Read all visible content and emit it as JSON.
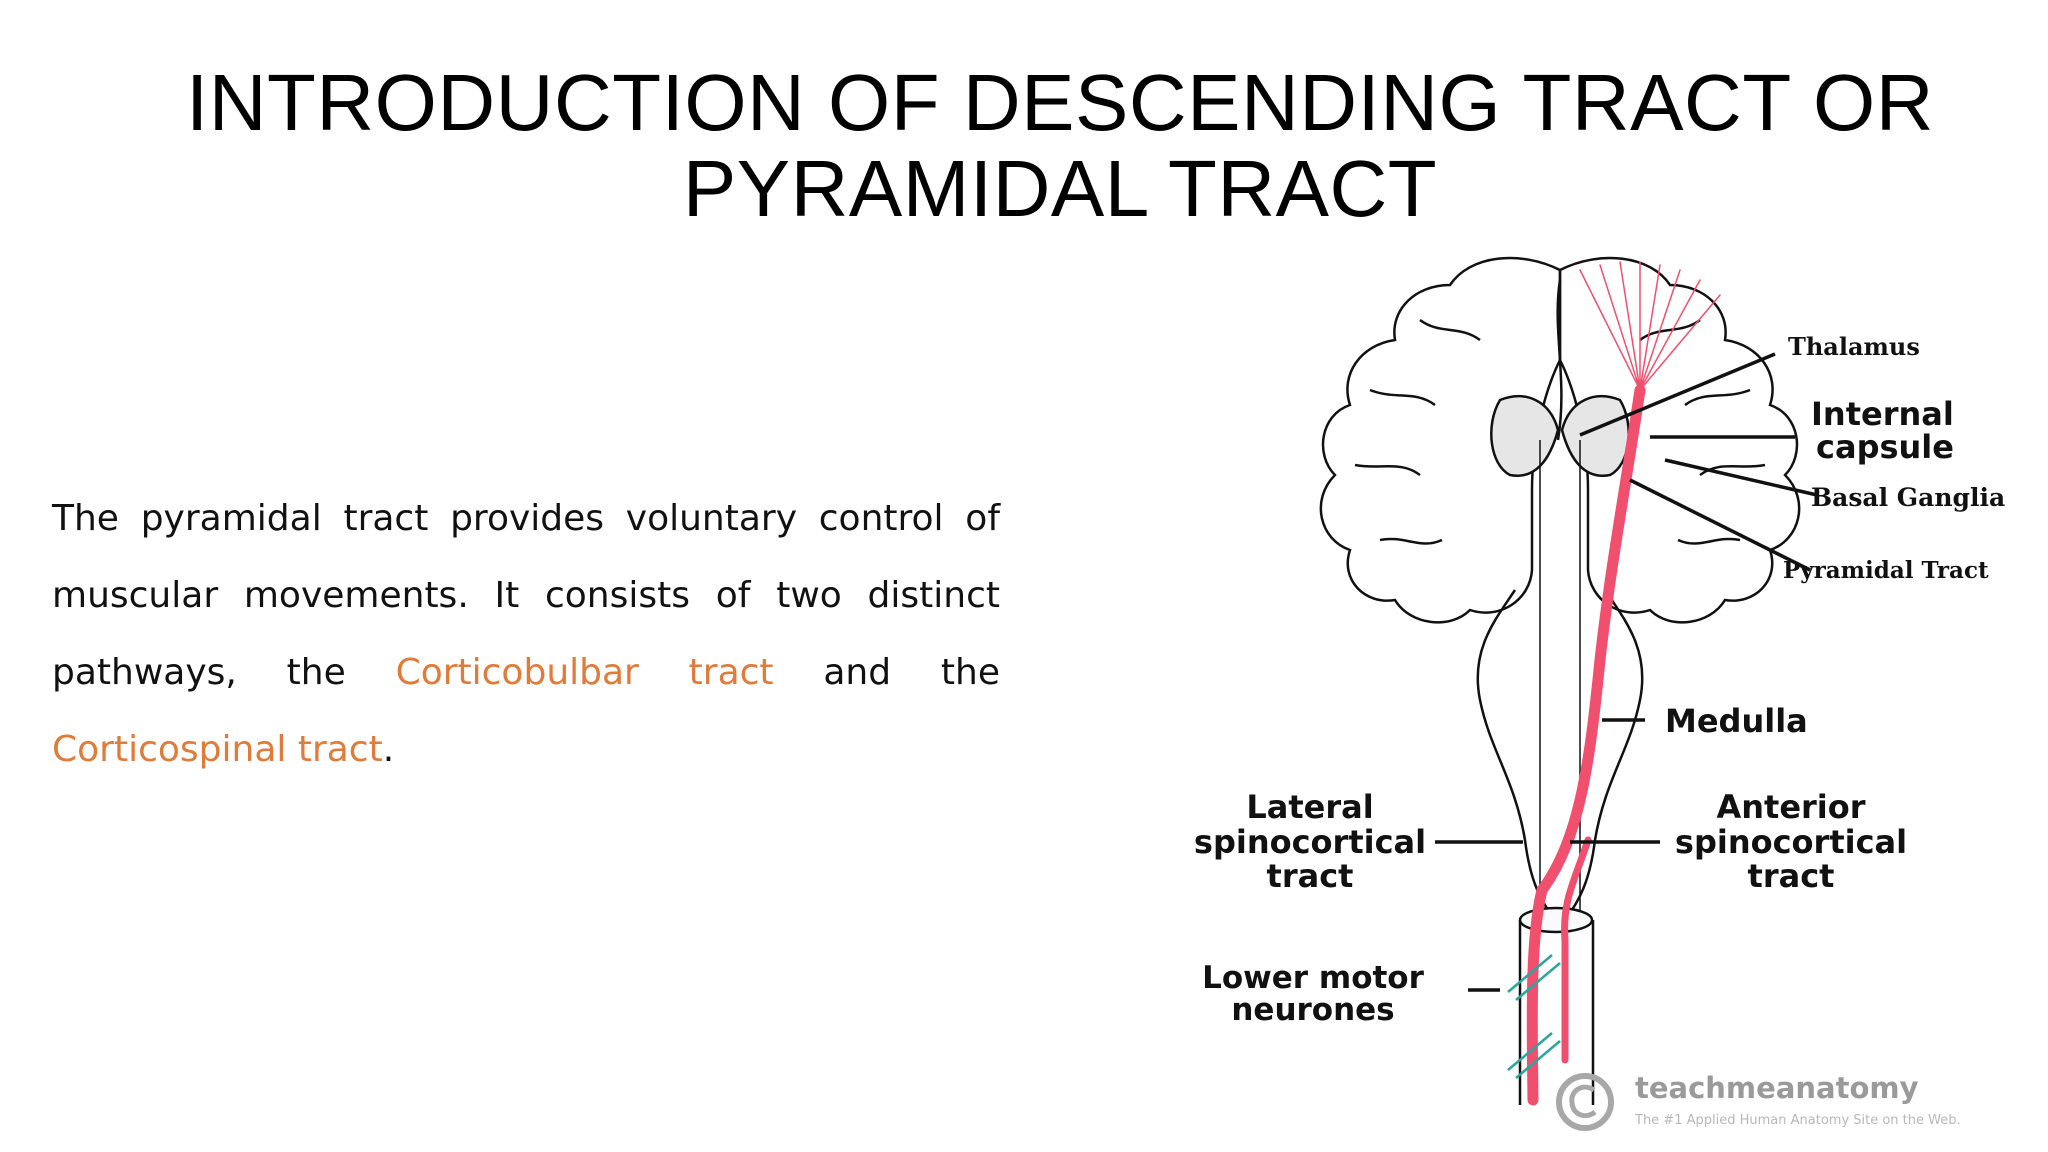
{
  "slide": {
    "title_line1": "INTRODUCTION OF DESCENDING TRACT OR",
    "title_line2": "PYRAMIDAL TRACT",
    "paragraph": {
      "part1": "The pyramidal tract provides voluntary control of muscular movements. It consists of two distinct pathways, the ",
      "link1": "Corticobulbar tract",
      "part2": " and the ",
      "link2": "Corticospinal tract",
      "part3": "."
    },
    "colors": {
      "link": "#e07b39",
      "tract": "#f0506e",
      "neurone": "#2aa79b"
    }
  },
  "diagram": {
    "labels": {
      "thalamus": "Thalamus",
      "internal_capsule_1": "Internal",
      "internal_capsule_2": "capsule",
      "basal_ganglia": "Basal Ganglia",
      "pyramidal_tract": "Pyramidal Tract",
      "medulla": "Medulla",
      "lateral_1": "Lateral",
      "lateral_2": "spinocortical",
      "lateral_3": "tract",
      "anterior_1": "Anterior",
      "anterior_2": "spinocortical",
      "anterior_3": "tract",
      "lower_motor_1": "Lower motor",
      "lower_motor_2": "neurones"
    },
    "watermark": {
      "brand": "teachmeanatomy",
      "tagline": "The #1 Applied Human Anatomy Site on the Web."
    }
  }
}
